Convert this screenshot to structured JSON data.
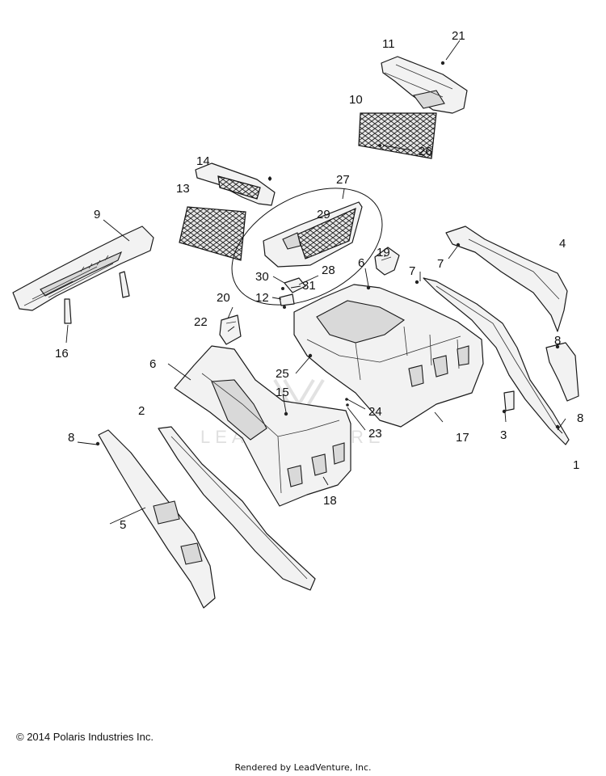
{
  "callouts": {
    "c1": "1",
    "c2": "2",
    "c3": "3",
    "c4": "4",
    "c5": "5",
    "c6a": "6",
    "c6b": "6",
    "c7a": "7",
    "c7b": "7",
    "c8a": "8",
    "c8b": "8",
    "c8c": "8",
    "c9": "9",
    "c10": "10",
    "c11": "11",
    "c12": "12",
    "c13": "13",
    "c14": "14",
    "c15": "15",
    "c16": "16",
    "c17": "17",
    "c18": "18",
    "c19": "19",
    "c20": "20",
    "c21": "21",
    "c22": "22",
    "c23": "23",
    "c24": "24",
    "c25": "25",
    "c26": "26",
    "c27": "27",
    "c28": "28",
    "c29": "29",
    "c30": "30",
    "c31": "31"
  },
  "watermark": "LEADVENTURE",
  "copyright": "© 2014 Polaris Industries Inc.",
  "rendered_by": "Rendered by LeadVenture, Inc."
}
